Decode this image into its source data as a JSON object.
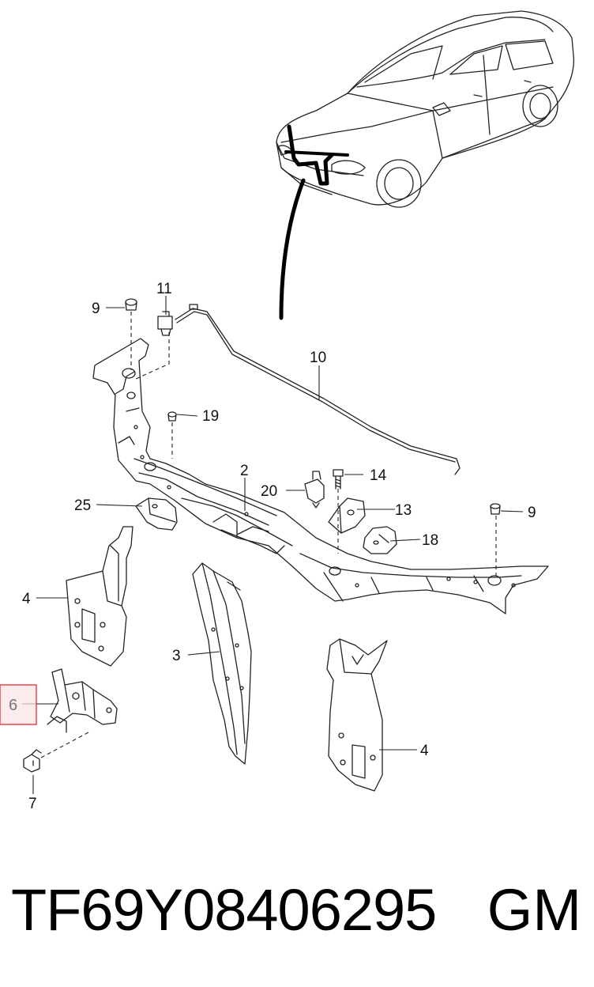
{
  "labels": {
    "l11": "11",
    "l9a": "9",
    "l10": "10",
    "l19": "19",
    "l2": "2",
    "l14": "14",
    "l20": "20",
    "l25": "25",
    "l13": "13",
    "l9b": "9",
    "l18": "18",
    "l4a": "4",
    "l3": "3",
    "l6": "6",
    "l4b": "4",
    "l7": "7"
  },
  "highlight_color": "#e4474f",
  "footer": {
    "part_number": "TF69Y08406295",
    "brand": "GM"
  }
}
